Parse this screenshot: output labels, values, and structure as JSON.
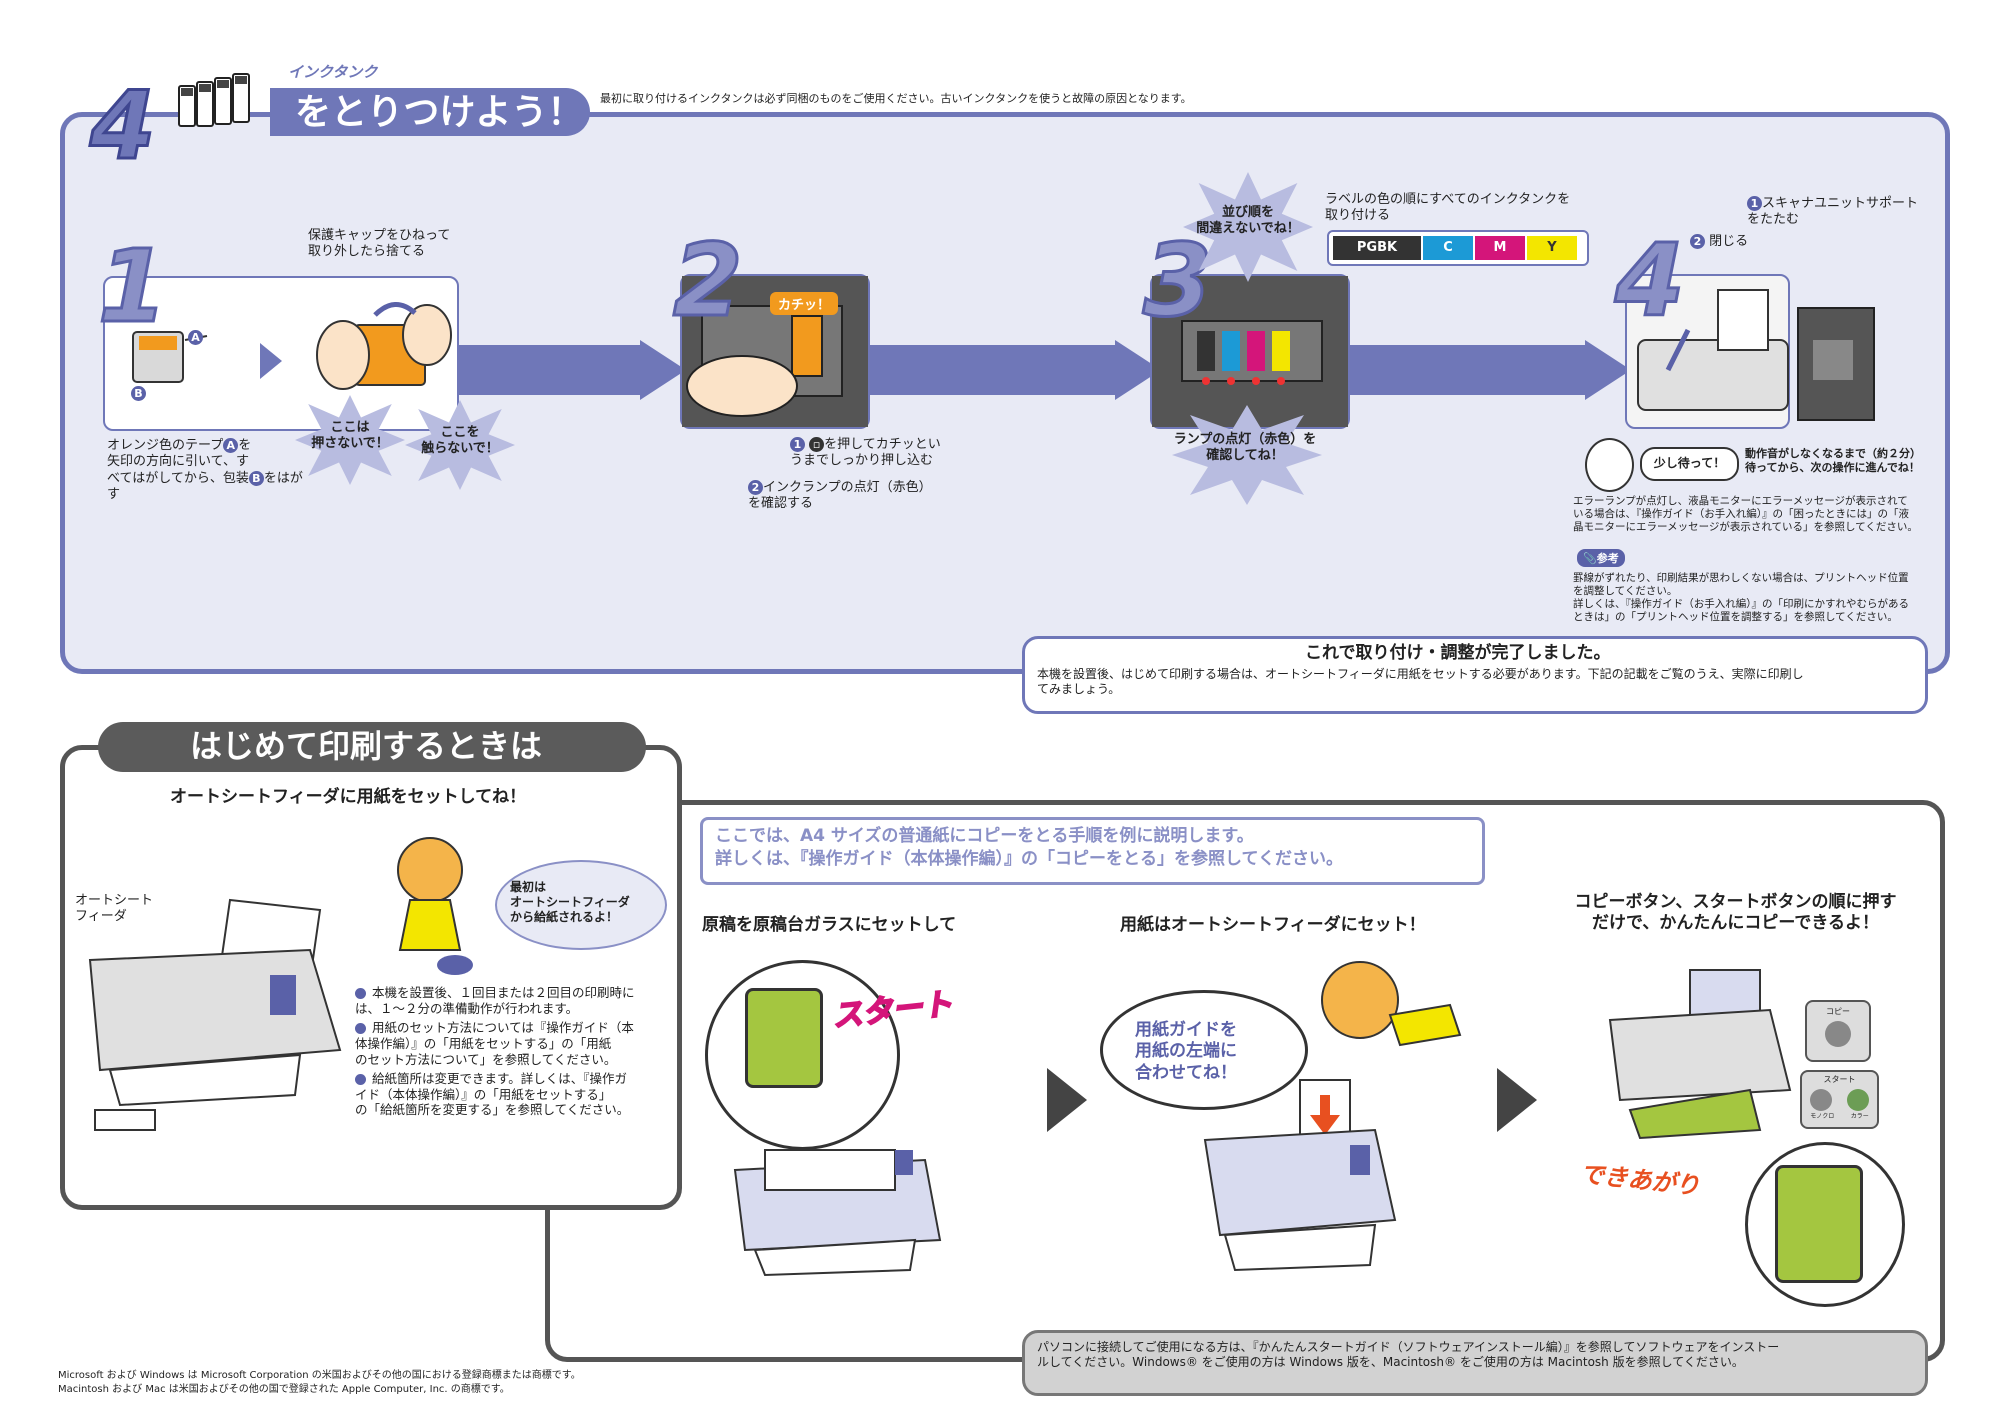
{
  "section4": {
    "number": "4",
    "tank_label": "インクタンク",
    "title": "をとりつけよう！",
    "notice": "最初に取り付けるインクタンクは必ず同梱のものをご使用ください。古いインクタンクを使うと故障の原因となります。",
    "step1": {
      "num": "1",
      "cap_note": "保護キャップをひねって\n取り外したら捨てる",
      "burst_a": "ここは\n押さないで！",
      "burst_b": "ここを\n触らないで！",
      "text_1": "オレンジ色のテープ",
      "mark_a": "A",
      "text_2": "を\n矢印の方向に引いて、す\nべてはがしてから、包装",
      "mark_b": "B",
      "text_3": "をはがす"
    },
    "step2": {
      "num": "2",
      "click_label": "カチッ！",
      "n1": "1",
      "text_1": "を押してカチッとい\nうまでしっかり押し込む",
      "n2": "2",
      "text_2": "インクランプの点灯（赤色）\nを確認する"
    },
    "step3": {
      "num": "3",
      "burst_order": "並び順を\n間違えないでね！",
      "label_note": "ラベルの色の順にすべてのインクタンクを\n取り付ける",
      "colors": [
        {
          "label": "PGBK",
          "color": "#333333"
        },
        {
          "label": "C",
          "color": "#1c9ad6"
        },
        {
          "label": "M",
          "color": "#d4157a"
        },
        {
          "label": "Y",
          "color": "#f3e600"
        }
      ],
      "burst_lamp": "ランプの点灯（赤色）を\n確認してね！"
    },
    "step4": {
      "num": "4",
      "n1": "1",
      "fold_text": "スキャナユニットサポート\nをたたむ",
      "n2": "2",
      "close_text": "閉じる",
      "wait_bubble": "少し待って！",
      "wait_note": "動作音がしなくなるまで（約２分）\n待ってから、次の操作に進んでね！",
      "error_note": "エラーランプが点灯し、液晶モニターにエラーメッセージが表示されて\nいる場合は、『操作ガイド（お手入れ編）』の「困ったときには」の「液\n晶モニターにエラーメッセージが表示されている」を参照してください。",
      "ref_label": "参考",
      "ref_note": "罫線がずれたり、印刷結果が思わしくない場合は、プリントヘッド位置\nを調整してください。\n詳しくは、『操作ガイド（お手入れ編）』の「印刷にかすれやむらがある\nときは」の「プリントヘッド位置を調整する」を参照してください。"
    },
    "complete_title": "これで取り付け・調整が完了しました。",
    "complete_text": "本機を設置後、はじめて印刷する場合は、オートシートフィーダに用紙をセットする必要があります。下記の記載をご覧のうえ、実際に印刷し\nてみましょう。"
  },
  "first_print": {
    "title": "はじめて印刷するときは",
    "subtitle": "オートシートフィーダに用紙をセットしてね！",
    "feeder_label": "オートシート\nフィーダ",
    "bubble": "最初は\nオートシートフィーダ\nから給紙されるよ！",
    "bullets": [
      "本機を設置後、１回目または２回目の印刷時に\nは、１～２分の準備動作が行われます。",
      "用紙のセット方法については『操作ガイド（本\n体操作編）』の「用紙をセットする」の「用紙\nのセット方法について」を参照してください。",
      "給紙箇所は変更できます。詳しくは、『操作ガ\nイド（本体操作編）』の「用紙をセットする」\nの「給紙箇所を変更する」を参照してください。"
    ]
  },
  "copy": {
    "info": "ここでは、A4 サイズの普通紙にコピーをとる手順を例に説明します。\n詳しくは、『操作ガイド（本体操作編）』の「コピーをとる」を参照してください。",
    "step1_title": "原稿を原稿台ガラスにセットして",
    "start_label": "スタート",
    "step2_title": "用紙はオートシートフィーダにセット！",
    "guide_bubble": "用紙ガイドを\n用紙の左端に\n合わせてね！",
    "step3_title": "コピーボタン、スタートボタンの順に押す\nだけで、かんたんにコピーできるよ！",
    "copy_btn": "コピー",
    "start_btn": "スタート",
    "mono_btn": "モノクロ",
    "color_btn": "カラー",
    "done_label": "できあがり",
    "pc_note": "パソコンに接続してご使用になる方は、『かんたんスタートガイド（ソフトウェアインストール編）』を参照してソフトウェアをインストー\nルしてください。Windows® をご使用の方は Windows 版を、Macintosh® をご使用の方は Macintosh 版を参照してください。"
  },
  "footer": {
    "line1": "Microsoft および Windows は Microsoft Corporation の米国およびその他の国における登録商標または商標です。",
    "line2": "Macintosh および Mac は米国およびその他の国で登録された Apple Computer, Inc. の商標です。"
  },
  "palette": {
    "accent": "#6f77b8",
    "accent_light": "#e8eaf5",
    "dark": "#555555",
    "green": "#a4c640"
  }
}
